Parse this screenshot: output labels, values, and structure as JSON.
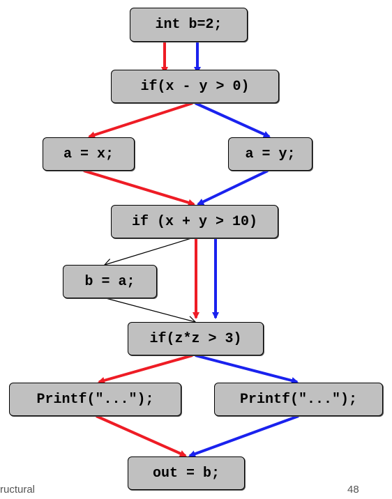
{
  "nodes": {
    "int_b": "int b=2;",
    "if_xy": "if(x - y > 0)",
    "a_x": "a = x;",
    "a_y": "a = y;",
    "if_xy10": "if (x + y > 10)",
    "b_a": "b = a;",
    "if_zz": "if(z*z > 3)",
    "printf_left": "Printf(\"...\");",
    "printf_right": "Printf(\"...\");",
    "out_b": "out = b;"
  },
  "footer": {
    "left_text": "ructural",
    "page_number": "48"
  },
  "colors": {
    "red_path": "#ee1c25",
    "blue_path": "#1a22ee",
    "plain_edge": "#000000",
    "node_fill": "#c0c0c0"
  }
}
